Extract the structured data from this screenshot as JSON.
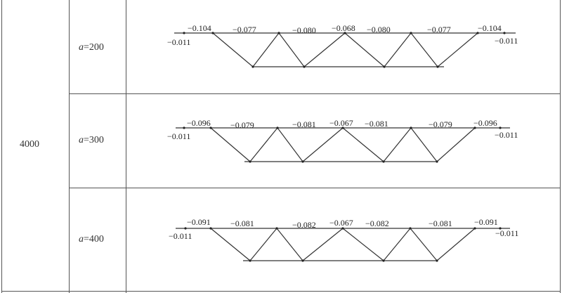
{
  "table": {
    "span_value": "4000",
    "rows": [
      {
        "param_var": "a",
        "param_eq": "=200",
        "labels": {
          "left_end": "−0.011",
          "top": [
            "−0.104",
            "−0.077",
            "−0.080",
            "−0.068",
            "−0.080",
            "−0.077",
            "−0.104"
          ],
          "right_end": "−0.011"
        }
      },
      {
        "param_var": "a",
        "param_eq": "=300",
        "labels": {
          "left_end": "−0.011",
          "top": [
            "−0.096",
            "−0.079",
            "−0.081",
            "−0.067",
            "−0.081",
            "−0.079",
            "−0.096"
          ],
          "right_end": "−0.011"
        }
      },
      {
        "param_var": "a",
        "param_eq": "=400",
        "labels": {
          "left_end": "−0.011",
          "top": [
            "−0.091",
            "−0.081",
            "−0.082",
            "−0.067",
            "−0.082",
            "−0.081",
            "−0.091"
          ],
          "right_end": "−0.011"
        }
      }
    ]
  }
}
